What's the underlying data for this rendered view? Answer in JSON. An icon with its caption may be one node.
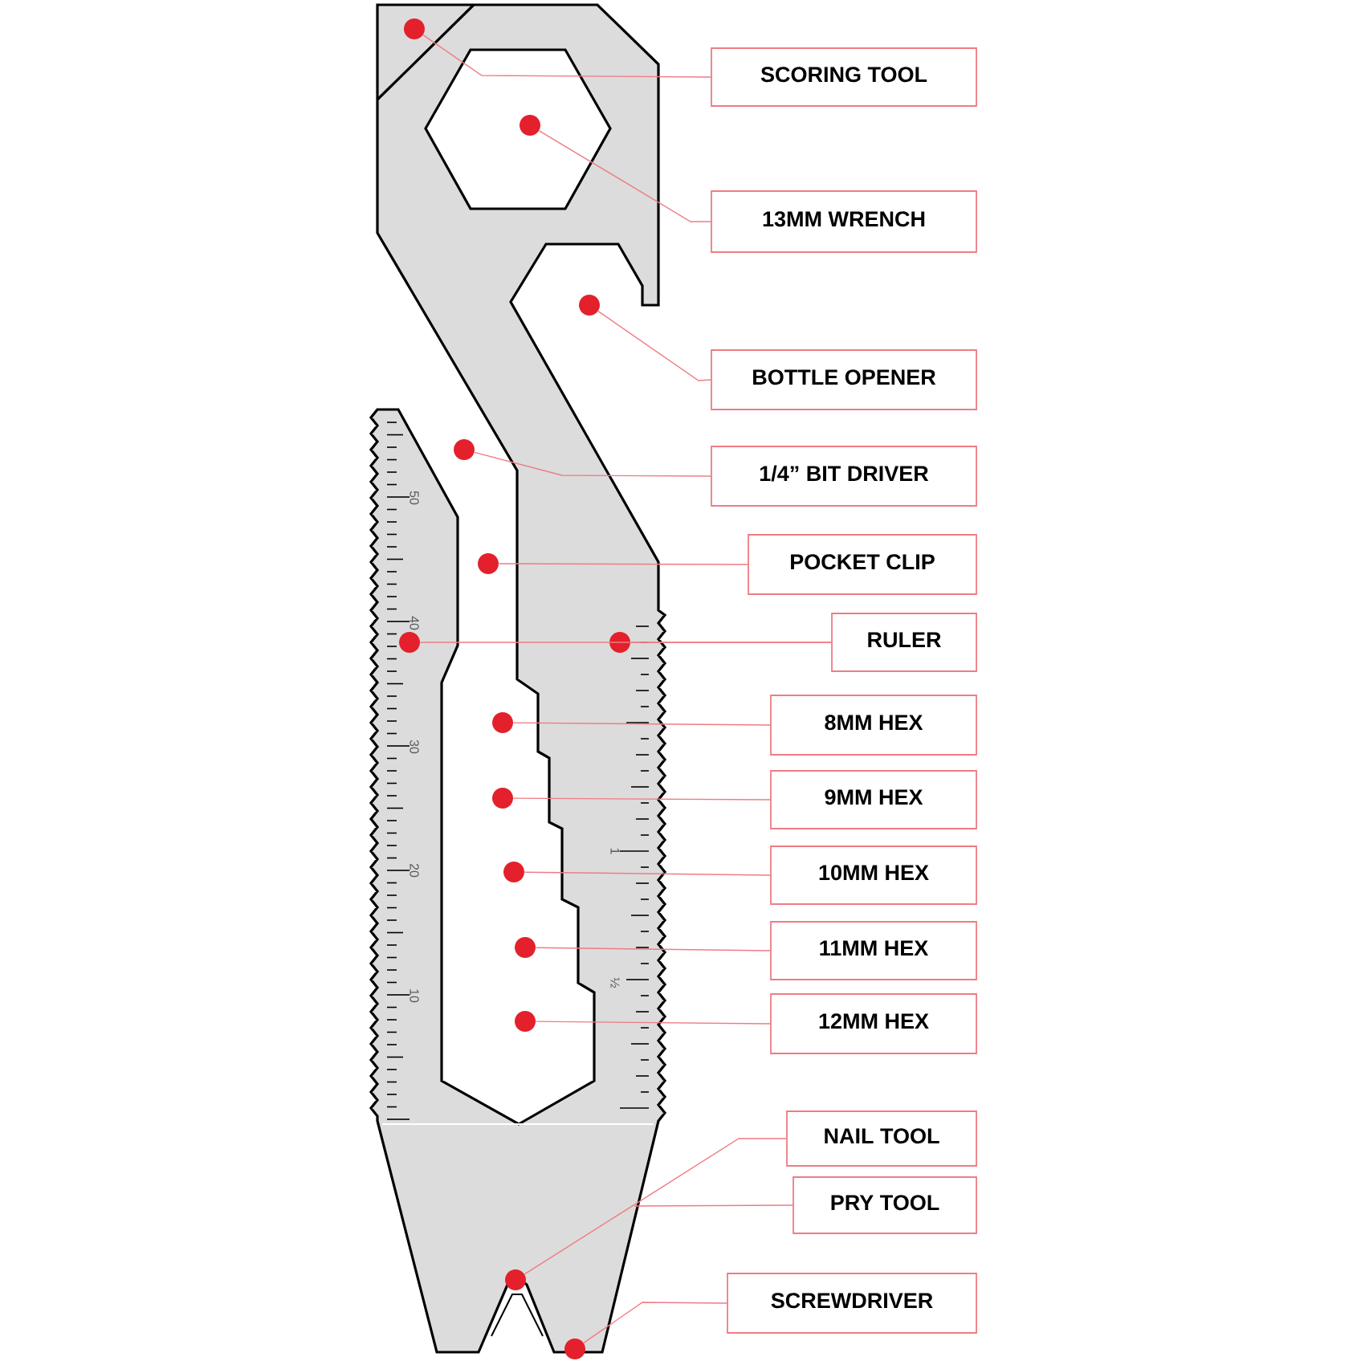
{
  "diagram": {
    "nodes": [
      {
        "text": [
          "SCORING TOOL"
        ]
      },
      {
        "text": [
          "13MM WRENCH"
        ]
      },
      {
        "text": [
          "BOTTLE OPENER"
        ]
      },
      {
        "text": [
          "1/4” BIT DRIVER"
        ]
      },
      {
        "text": [
          "POCKET CLIP"
        ]
      },
      {
        "text": [
          "RULER"
        ]
      },
      {
        "text": [
          "8MM HEX"
        ]
      },
      {
        "text": [
          "9MM HEX"
        ]
      },
      {
        "text": [
          "10MM HEX"
        ]
      },
      {
        "text": [
          "11MM HEX"
        ]
      },
      {
        "text": [
          "12MM HEX"
        ]
      },
      {
        "text": [
          "NAIL TOOL"
        ]
      },
      {
        "text": [
          "PRY TOOL"
        ]
      },
      {
        "text": [
          "SCREWDRIVER"
        ]
      },
      {
        "text": [],
        "shape": "circle"
      },
      {
        "text": [],
        "shape": "circle"
      },
      {
        "text": [],
        "shape": "circle"
      },
      {
        "text": [],
        "shape": "circle"
      },
      {
        "text": [],
        "shape": "circle"
      },
      {
        "text": [],
        "shape": "circle"
      },
      {
        "text": [],
        "shape": "circle"
      },
      {
        "text": [],
        "shape": "circle"
      },
      {
        "text": [],
        "shape": "circle"
      },
      {
        "text": [],
        "shape": "circle"
      },
      {
        "text": [],
        "shape": "circle"
      },
      {
        "text": [],
        "shape": "circle"
      },
      {
        "text": [],
        "shape": "circle"
      },
      {
        "text": [],
        "shape": "circle"
      }
    ],
    "edges": [
      {
        "from": 0,
        "to": 14,
        "arrow": "none"
      },
      {
        "from": 1,
        "to": 15,
        "arrow": "none"
      },
      {
        "from": 2,
        "to": 16,
        "arrow": "none"
      },
      {
        "from": 3,
        "to": 17,
        "arrow": "none"
      },
      {
        "from": 4,
        "to": 18,
        "arrow": "none"
      },
      {
        "from": 5,
        "to": 19,
        "arrow": "none"
      },
      {
        "from": 5,
        "to": 20,
        "arrow": "none"
      },
      {
        "from": 6,
        "to": 21,
        "arrow": "none"
      },
      {
        "from": 7,
        "to": 22,
        "arrow": "none"
      },
      {
        "from": 8,
        "to": 23,
        "arrow": "none"
      },
      {
        "from": 9,
        "to": 24,
        "arrow": "none"
      },
      {
        "from": 10,
        "to": 25,
        "arrow": "none"
      },
      {
        "from": 11,
        "to": 26,
        "arrow": "none"
      },
      {
        "from": 12,
        "to": null,
        "arrow": "none"
      },
      {
        "from": 13,
        "to": 27,
        "arrow": "none"
      }
    ],
    "labels": [
      "50",
      "40",
      "30",
      "20",
      "10",
      "1",
      "½"
    ]
  }
}
